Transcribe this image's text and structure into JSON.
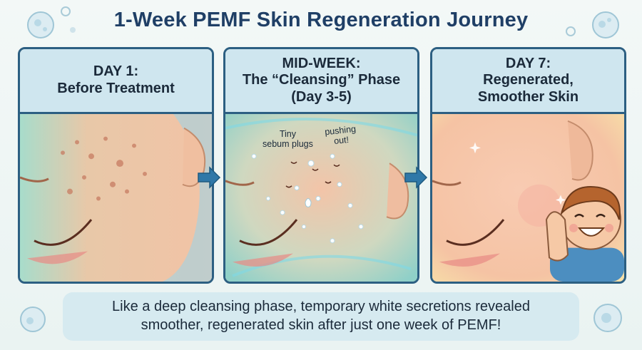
{
  "title": "1-Week PEMF Skin Regeneration Journey",
  "panels": [
    {
      "heading_lines": [
        "DAY 1:",
        "Before Treatment"
      ]
    },
    {
      "heading_lines": [
        "MID-WEEK:",
        "The “Cleansing” Phase",
        "(Day 3-5)"
      ],
      "annotations": [
        "Tiny",
        "sebum plugs",
        "pushing",
        "out!"
      ]
    },
    {
      "heading_lines": [
        "DAY 7:",
        "Regenerated,",
        "Smoother Skin"
      ]
    }
  ],
  "caption_lines": [
    "Like a deep cleansing phase, temporary white secretions revealed",
    "smoother, regenerated skin after just one week of PEMF!"
  ],
  "colors": {
    "title": "#1f3f66",
    "panel_border": "#2c5f82",
    "panel_header": "#cfe6ef",
    "caption_bg": "#d6eaf0",
    "arrow": "#2f78a8",
    "skin": "#f4c9ad"
  }
}
